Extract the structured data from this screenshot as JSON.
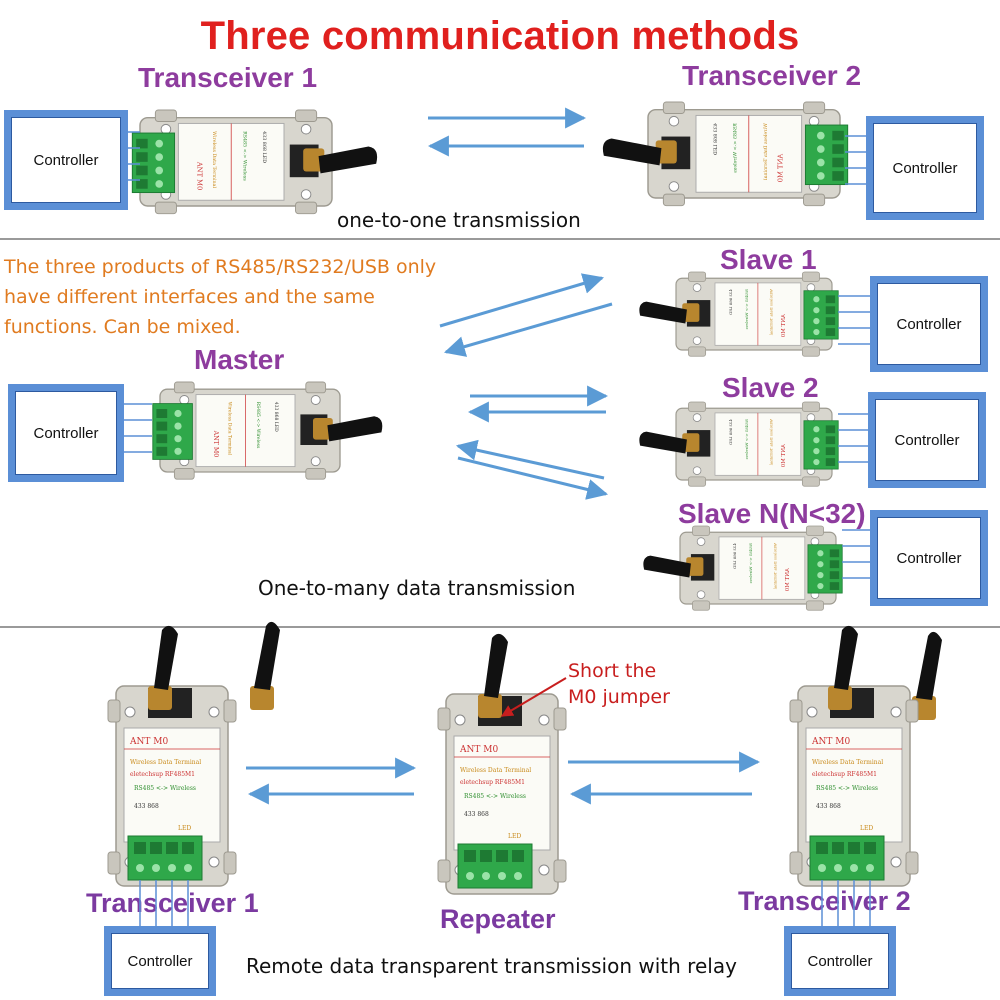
{
  "title": "Three communication methods",
  "section1": {
    "left_label": "Transceiver 1",
    "right_label": "Transceiver 2",
    "caption": "one-to-one transmission",
    "controller": "Controller"
  },
  "section2": {
    "note_lines": [
      "The three products of RS485/RS232/USB only",
      "have different interfaces and the same",
      "functions. Can be mixed."
    ],
    "master_label": "Master",
    "slave1_label": "Slave 1",
    "slave2_label": "Slave 2",
    "slaveN_label": "Slave N(N<32)",
    "caption": "One-to-many data transmission",
    "controller": "Controller"
  },
  "section3": {
    "left_label": "Transceiver 1",
    "middle_label": "Repeater",
    "right_label": "Transceiver 2",
    "jumper_note_lines": [
      "Short the",
      "M0 jumper"
    ],
    "caption": "Remote data transparent transmission with relay",
    "controller": "Controller"
  },
  "module": {
    "ant": "ANT",
    "m0": "M0",
    "line1": "Wireless Data Terminal",
    "line2": "eletechsup",
    "model": "RF485M1",
    "rs485": "RS485 <-> Wireless",
    "opt1": "433",
    "opt2": "868",
    "tag": "LED"
  },
  "colors": {
    "title": "#e0201e",
    "labels": "#8e3c9e",
    "arrows": "#5b9bd5",
    "controller": "#5b8fd6",
    "note": "#e07b20",
    "case": "#d8d6ce",
    "terminal": "#2fa84a"
  }
}
